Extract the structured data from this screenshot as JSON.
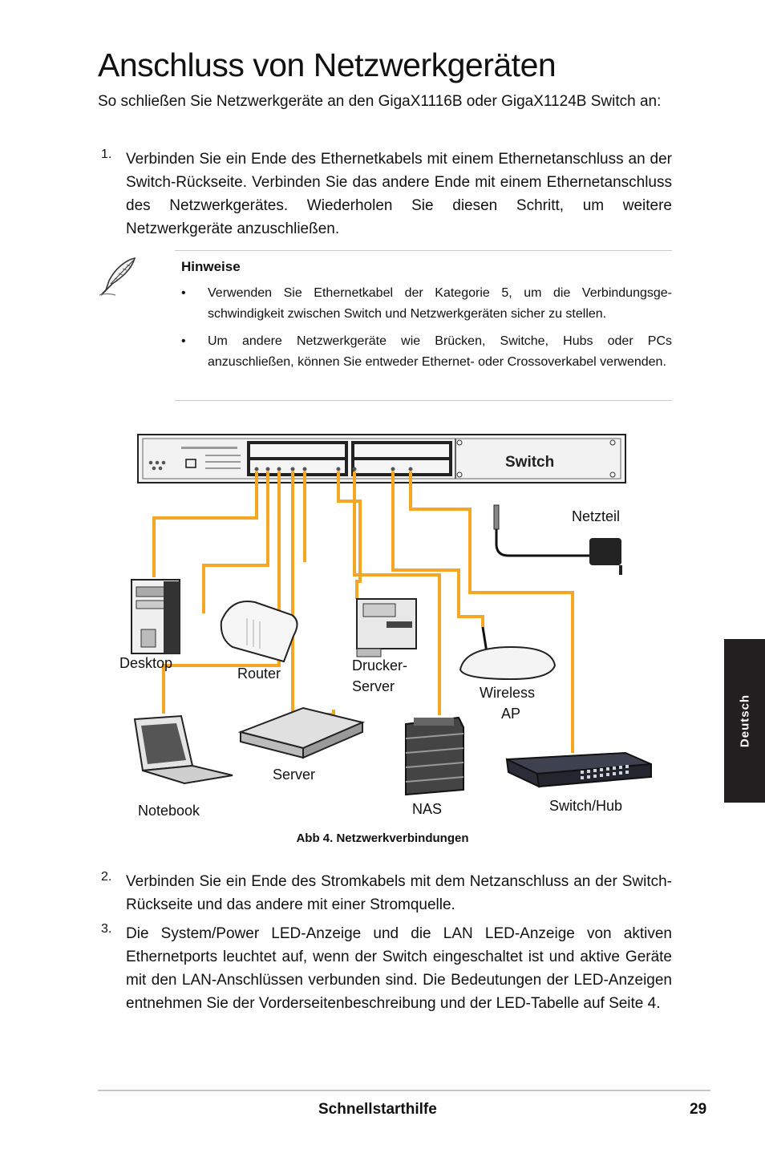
{
  "title": "Anschluss von Netzwerkgeräten",
  "intro": "So schließen Sie Netzwerkgeräte an den GigaX1116B oder GigaX1124B Switch an:",
  "steps": [
    {
      "num": "1.",
      "text": "Verbinden Sie ein Ende des Ethernetkabels mit einem Ethernetanschluss an der Switch-Rückseite. Verbinden Sie das andere Ende mit einem Ethernetanschluss des Netzwerkgerätes. Wiederholen Sie diesen Schritt, um weitere Netzwerkgeräte anzuschließen."
    },
    {
      "num": "2.",
      "text": "Verbinden Sie ein Ende des Stromkabels mit dem Netzanschluss an der Switch-Rückseite und das andere mit einer Stromquelle."
    },
    {
      "num": "3.",
      "text": "Die System/Power LED-Anzeige und die LAN LED-Anzeige von aktiven Ethernetports leuchtet auf, wenn der Switch eingeschaltet ist und aktive Geräte mit den LAN-Anschlüssen verbunden sind. Die Bedeutungen der LED-Anzeigen entnehmen Sie der Vorderseitenbeschreibung und der LED-Tabelle auf Seite 4."
    }
  ],
  "note": {
    "heading": "Hinweise",
    "items": [
      {
        "bullet": "•",
        "text": "Verwenden Sie Ethernetkabel der Kategorie 5, um die Verbindungsge-schwindigkeit zwischen Switch und Netzwerkgeräten sicher zu stellen."
      },
      {
        "bullet": "•",
        "text": "Um andere Netzwerkgeräte wie Brücken, Switche, Hubs oder PCs anzuschließen, können Sie entweder Ethernet- oder Crossoverkabel verwenden."
      }
    ]
  },
  "figure": {
    "switch_label": "Switch",
    "labels": {
      "netzteil": "Netzteil",
      "desktop": "Desktop",
      "router": "Router",
      "drucker_server_1": "Drucker-",
      "drucker_server_2": "Server",
      "wireless_1": "Wireless",
      "wireless_2": "AP",
      "server": "Server",
      "notebook": "Notebook",
      "nas": "NAS",
      "switch_hub": "Switch/Hub"
    },
    "caption": "Abb 4. Netzwerkverbindungen",
    "cable_color": "#f5a623"
  },
  "side_tab": "Deutsch",
  "footer": {
    "title": "Schnellstarthilfe",
    "page": "29"
  }
}
